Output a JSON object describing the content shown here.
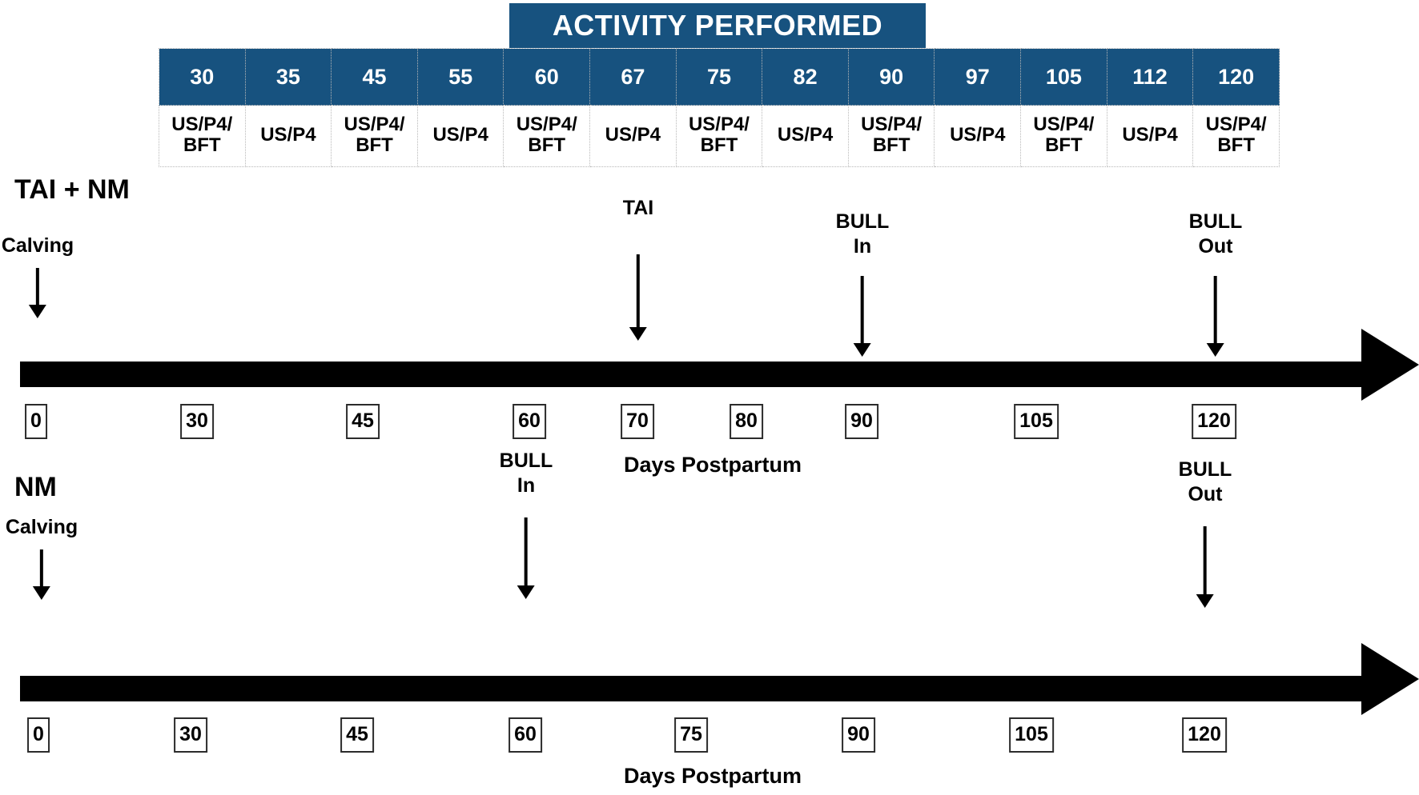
{
  "colors": {
    "blue": "#17527F",
    "black": "#000000",
    "white": "#FFFFFF",
    "cell_border": "#B8B8B8"
  },
  "activity_table": {
    "banner_label": "ACTIVITY PERFORMED",
    "day_header": [
      "30",
      "35",
      "45",
      "55",
      "60",
      "67",
      "75",
      "82",
      "90",
      "97",
      "105",
      "112",
      "120"
    ],
    "activities": [
      "US/P4/\nBFT",
      "US/P4",
      "US/P4/\nBFT",
      "US/P4",
      "US/P4/\nBFT",
      "US/P4",
      "US/P4/\nBFT",
      "US/P4",
      "US/P4/\nBFT",
      "US/P4",
      "US/P4/\nBFT",
      "US/P4",
      "US/P4/\nBFT"
    ]
  },
  "timelines": [
    {
      "title": "TAI + NM",
      "axis_caption": "Days Postpartum",
      "events": [
        {
          "label": "Calving",
          "sublabel": ""
        },
        {
          "label": "TAI",
          "sublabel": ""
        },
        {
          "label": "BULL",
          "sublabel": "In"
        },
        {
          "label": "BULL",
          "sublabel": "Out"
        }
      ],
      "day_marks": [
        "0",
        "30",
        "45",
        "60",
        "70",
        "80",
        "90",
        "105",
        "120"
      ]
    },
    {
      "title": "NM",
      "axis_caption": "Days Postpartum",
      "events": [
        {
          "label": "Calving",
          "sublabel": ""
        },
        {
          "label": "BULL",
          "sublabel": "In"
        },
        {
          "label": "BULL",
          "sublabel": "Out"
        }
      ],
      "day_marks": [
        "0",
        "30",
        "45",
        "60",
        "75",
        "90",
        "105",
        "120"
      ]
    }
  ]
}
